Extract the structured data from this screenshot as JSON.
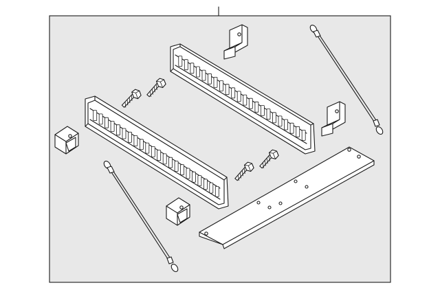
{
  "diagram": {
    "kind": "exploded-parts-view",
    "background": "#ffffff",
    "frame_color": "#e8e8e8",
    "line_color": "#1a1a1a",
    "parts": [
      {
        "name": "bed-divider-panel",
        "count": 2
      },
      {
        "name": "bolt",
        "count": 4
      },
      {
        "name": "end-cap-bracket",
        "count": 2
      },
      {
        "name": "mounting-bracket",
        "count": 2
      },
      {
        "name": "support-cable",
        "count": 2
      },
      {
        "name": "base-plate",
        "count": 1
      }
    ]
  }
}
